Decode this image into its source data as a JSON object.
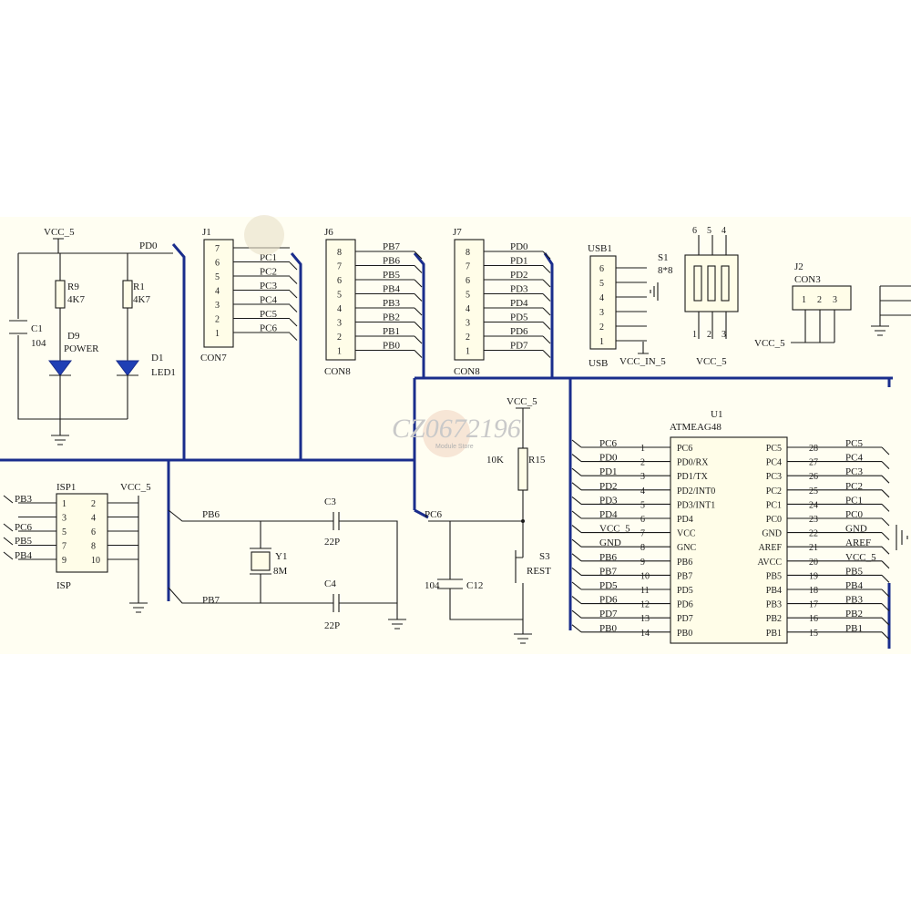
{
  "power": {
    "vcc": "VCC_5",
    "vcc_in": "VCC_IN_5"
  },
  "left": {
    "c1": "C1",
    "c1_val": "104",
    "r9": "R9",
    "r9_val": "4K7",
    "d9": "D9",
    "d9_val": "POWER",
    "r1": "R1",
    "r1_val": "4K7",
    "d1": "D1",
    "d1_val": "LED1",
    "pd0": "PD0"
  },
  "j1": {
    "ref": "J1",
    "name": "CON7",
    "pins": [
      "7",
      "6",
      "5",
      "4",
      "3",
      "2",
      "1"
    ],
    "nets": [
      "PC1",
      "PC2",
      "PC3",
      "PC4",
      "PC5",
      "PC6"
    ]
  },
  "j6": {
    "ref": "J6",
    "name": "CON8",
    "pins": [
      "8",
      "7",
      "6",
      "5",
      "4",
      "3",
      "2",
      "1"
    ],
    "nets": [
      "PB7",
      "PB6",
      "PB5",
      "PB4",
      "PB3",
      "PB2",
      "PB1",
      "PB0"
    ]
  },
  "j7": {
    "ref": "J7",
    "name": "CON8",
    "pins": [
      "8",
      "7",
      "6",
      "5",
      "4",
      "3",
      "2",
      "1"
    ],
    "nets": [
      "PD0",
      "PD1",
      "PD2",
      "PD3",
      "PD4",
      "PD5",
      "PD6",
      "PD7"
    ]
  },
  "usb": {
    "ref": "USB1",
    "name": "USB",
    "pins": [
      "6",
      "5",
      "4",
      "3",
      "2",
      "1"
    ]
  },
  "s1": {
    "ref": "S1",
    "val": "8*8",
    "top_pins": [
      "6",
      "5",
      "4"
    ],
    "bottom_pins": [
      "1",
      "2",
      "3"
    ]
  },
  "j2": {
    "ref": "J2",
    "name": "CON3",
    "pins": [
      "1",
      "2",
      "3"
    ]
  },
  "isp": {
    "ref": "ISP1",
    "name": "ISP",
    "left_pins": [
      "1",
      "3",
      "5",
      "7",
      "9"
    ],
    "right_pins": [
      "2",
      "4",
      "6",
      "8",
      "10"
    ],
    "nets": [
      "PB3",
      "PC6",
      "PB5",
      "PB4"
    ]
  },
  "crystal": {
    "pb6": "PB6",
    "pb7": "PB7",
    "c3": "C3",
    "c3_val": "22P",
    "c4": "C4",
    "c4_val": "22P",
    "y1": "Y1",
    "y1_val": "8M"
  },
  "reset": {
    "net": "PC6",
    "c12_val": "104",
    "c12": "C12",
    "r15": "R15",
    "r15_val": "10K",
    "s3": "S3",
    "s3_val": "REST"
  },
  "u1": {
    "ref": "U1",
    "name": "ATMEAG48",
    "left_nets": [
      "PC6",
      "PD0",
      "PD1",
      "PD2",
      "PD3",
      "PD4",
      "VCC_5",
      "GND",
      "PB6",
      "PB7",
      "PD5",
      "PD6",
      "PD7",
      "PB0"
    ],
    "left_nums": [
      "1",
      "2",
      "3",
      "4",
      "5",
      "6",
      "7",
      "8",
      "9",
      "10",
      "11",
      "12",
      "13",
      "14"
    ],
    "left_names": [
      "PC6",
      "PD0/RX",
      "PD1/TX",
      "PD2/INT0",
      "PD3/INT1",
      "PD4",
      "VCC",
      "GNC",
      "PB6",
      "PB7",
      "PD5",
      "PD6",
      "PD7",
      "PB0"
    ],
    "right_names": [
      "PC5",
      "PC4",
      "PC3",
      "PC2",
      "PC1",
      "PC0",
      "GND",
      "AREF",
      "AVCC",
      "PB5",
      "PB4",
      "PB3",
      "PB2",
      "PB1"
    ],
    "right_nums": [
      "28",
      "27",
      "26",
      "25",
      "24",
      "23",
      "22",
      "21",
      "20",
      "19",
      "18",
      "17",
      "16",
      "15"
    ],
    "right_nets": [
      "PC5",
      "PC4",
      "PC3",
      "PC2",
      "PC1",
      "PC0",
      "GND",
      "AREF",
      "VCC_5",
      "PB5",
      "PB4",
      "PB3",
      "PB2",
      "PB1"
    ]
  },
  "watermark": {
    "text": "CZ0672196",
    "sub": "Module Store"
  },
  "colors": {
    "bus": "#1a2d8c",
    "led": "#1f3fb5",
    "part_fill": "#fffde8",
    "panel": "#fffef2"
  }
}
